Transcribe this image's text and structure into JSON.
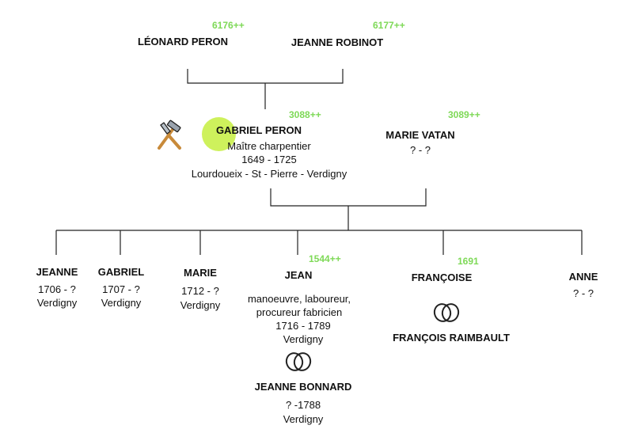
{
  "colors": {
    "sosa": "#7ed957",
    "highlight": "#c6ee3f",
    "line": "#222222"
  },
  "grandparents": {
    "father": {
      "sosa": "6176++",
      "name": "LÉONARD PERON"
    },
    "mother": {
      "sosa": "6177++",
      "name": "JEANNE ROBINOT"
    }
  },
  "parents": {
    "father": {
      "sosa": "3088++",
      "name": "GABRIEL PERON",
      "job": "Maître charpentier",
      "dates": "1649 - 1725",
      "place": "Lourdoueix - St - Pierre - Verdigny",
      "icon": "carpentry-tools-icon"
    },
    "mother": {
      "sosa": "3089++",
      "name": "MARIE VATAN",
      "dates": "? - ?"
    }
  },
  "children": {
    "jeanne": {
      "name": "JEANNE",
      "dates": "1706 - ?",
      "place": "Verdigny"
    },
    "gabriel": {
      "name": "GABRIEL",
      "dates": "1707 - ?",
      "place": "Verdigny"
    },
    "marie": {
      "name": "MARIE",
      "dates": "1712 - ?",
      "place": "Verdigny"
    },
    "jean": {
      "sosa": "1544++",
      "name": "JEAN",
      "job1": "manoeuvre, laboureur,",
      "job2": "procureur fabricien",
      "dates": "1716 - 1789",
      "place": "Verdigny",
      "spouse": {
        "name": "JEANNE BONNARD",
        "dates": "? -1788",
        "place": "Verdigny"
      }
    },
    "francoise": {
      "sosa": "1691",
      "name": "FRANÇOISE",
      "spouse": {
        "name": "FRANÇOIS RAIMBAULT"
      }
    },
    "anne": {
      "name": "ANNE",
      "dates": "? - ?"
    }
  }
}
